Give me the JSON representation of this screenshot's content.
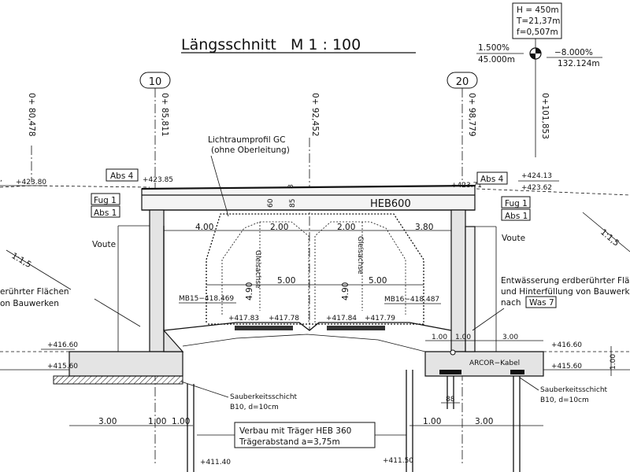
{
  "title": "Längsschnitt   M 1 : 100",
  "curve_box": {
    "line1": "H = 450m",
    "line2": "T=21,37m",
    "line3": "f=0,507m"
  },
  "gradients": {
    "left_pct": "1.500%",
    "left_len": "45.000m",
    "right_pct": "−8.000%",
    "right_len": "132.124m"
  },
  "axes": [
    {
      "num": "10",
      "station": "0+ 85,811"
    },
    {
      "num": "20",
      "station": "0+ 98,779"
    }
  ],
  "stations": [
    "0+ 80,478",
    "0+ 92,452",
    "0+101,853"
  ],
  "labels": {
    "lichtraum1": "Lichtraumprofil GC",
    "lichtraum2": "(ohne Oberleitung)",
    "heb600": "HEB600",
    "abs4": "Abs 4",
    "fug1": "Fug 1",
    "abs1": "Abs 1",
    "voute": "Voute",
    "slope": "1:1,5",
    "gleisachse": "Gleisachse",
    "mb15": "MB15−418.469",
    "mb16": "MB16−418.487",
    "arcor": "ARCOR−Kabel",
    "sauber1": "Sauberkeitsschicht",
    "sauber2": "B10,  d=10cm",
    "verbau1": "Verbau mit Träger HEB 360",
    "verbau2": "Trägerabstand a=3,75m",
    "entw1": "Entwässerung erdberührter Flä",
    "entw2": "und Hinterfüllung von Bauwerk",
    "entw3": "nach",
    "was7": "Was 7",
    "left_note1": "erührter Flächen",
    "left_note2": "on Bauwerken"
  },
  "levels": {
    "l423_80": "+423.80",
    "l423_85": "+423.85",
    "l423_71": "+423.71",
    "l424_13": "+424.13",
    "l423_62": "+423.62",
    "l416_60": "+416.60",
    "l415_60": "+415.60",
    "l417_83": "+417.83",
    "l417_78": "+417.78",
    "l417_84": "+417.84",
    "l417_79": "+417.79",
    "l411_40": "+411.40",
    "l411_50": "+411.50"
  },
  "dims": {
    "d4_00": "4.00",
    "d2_00a": "2.00",
    "d2_00b": "2.00",
    "d3_80": "3.80",
    "d5_00a": "5.00",
    "d5_00b": "5.00",
    "d4_90a": "4.90",
    "d4_90b": "4.90",
    "d60": "60",
    "d85": "85",
    "d8": "8",
    "d3_00a": "3.00",
    "d1_00a": "1.00",
    "d1_00b": "1.00",
    "d1_00c": "1.00",
    "d1_00d": "1.00",
    "d3_00b": "3.00",
    "d3_00c": "3.00",
    "d1_00e": "1.00",
    "d1_00v": "1.00",
    "d88": "88"
  }
}
